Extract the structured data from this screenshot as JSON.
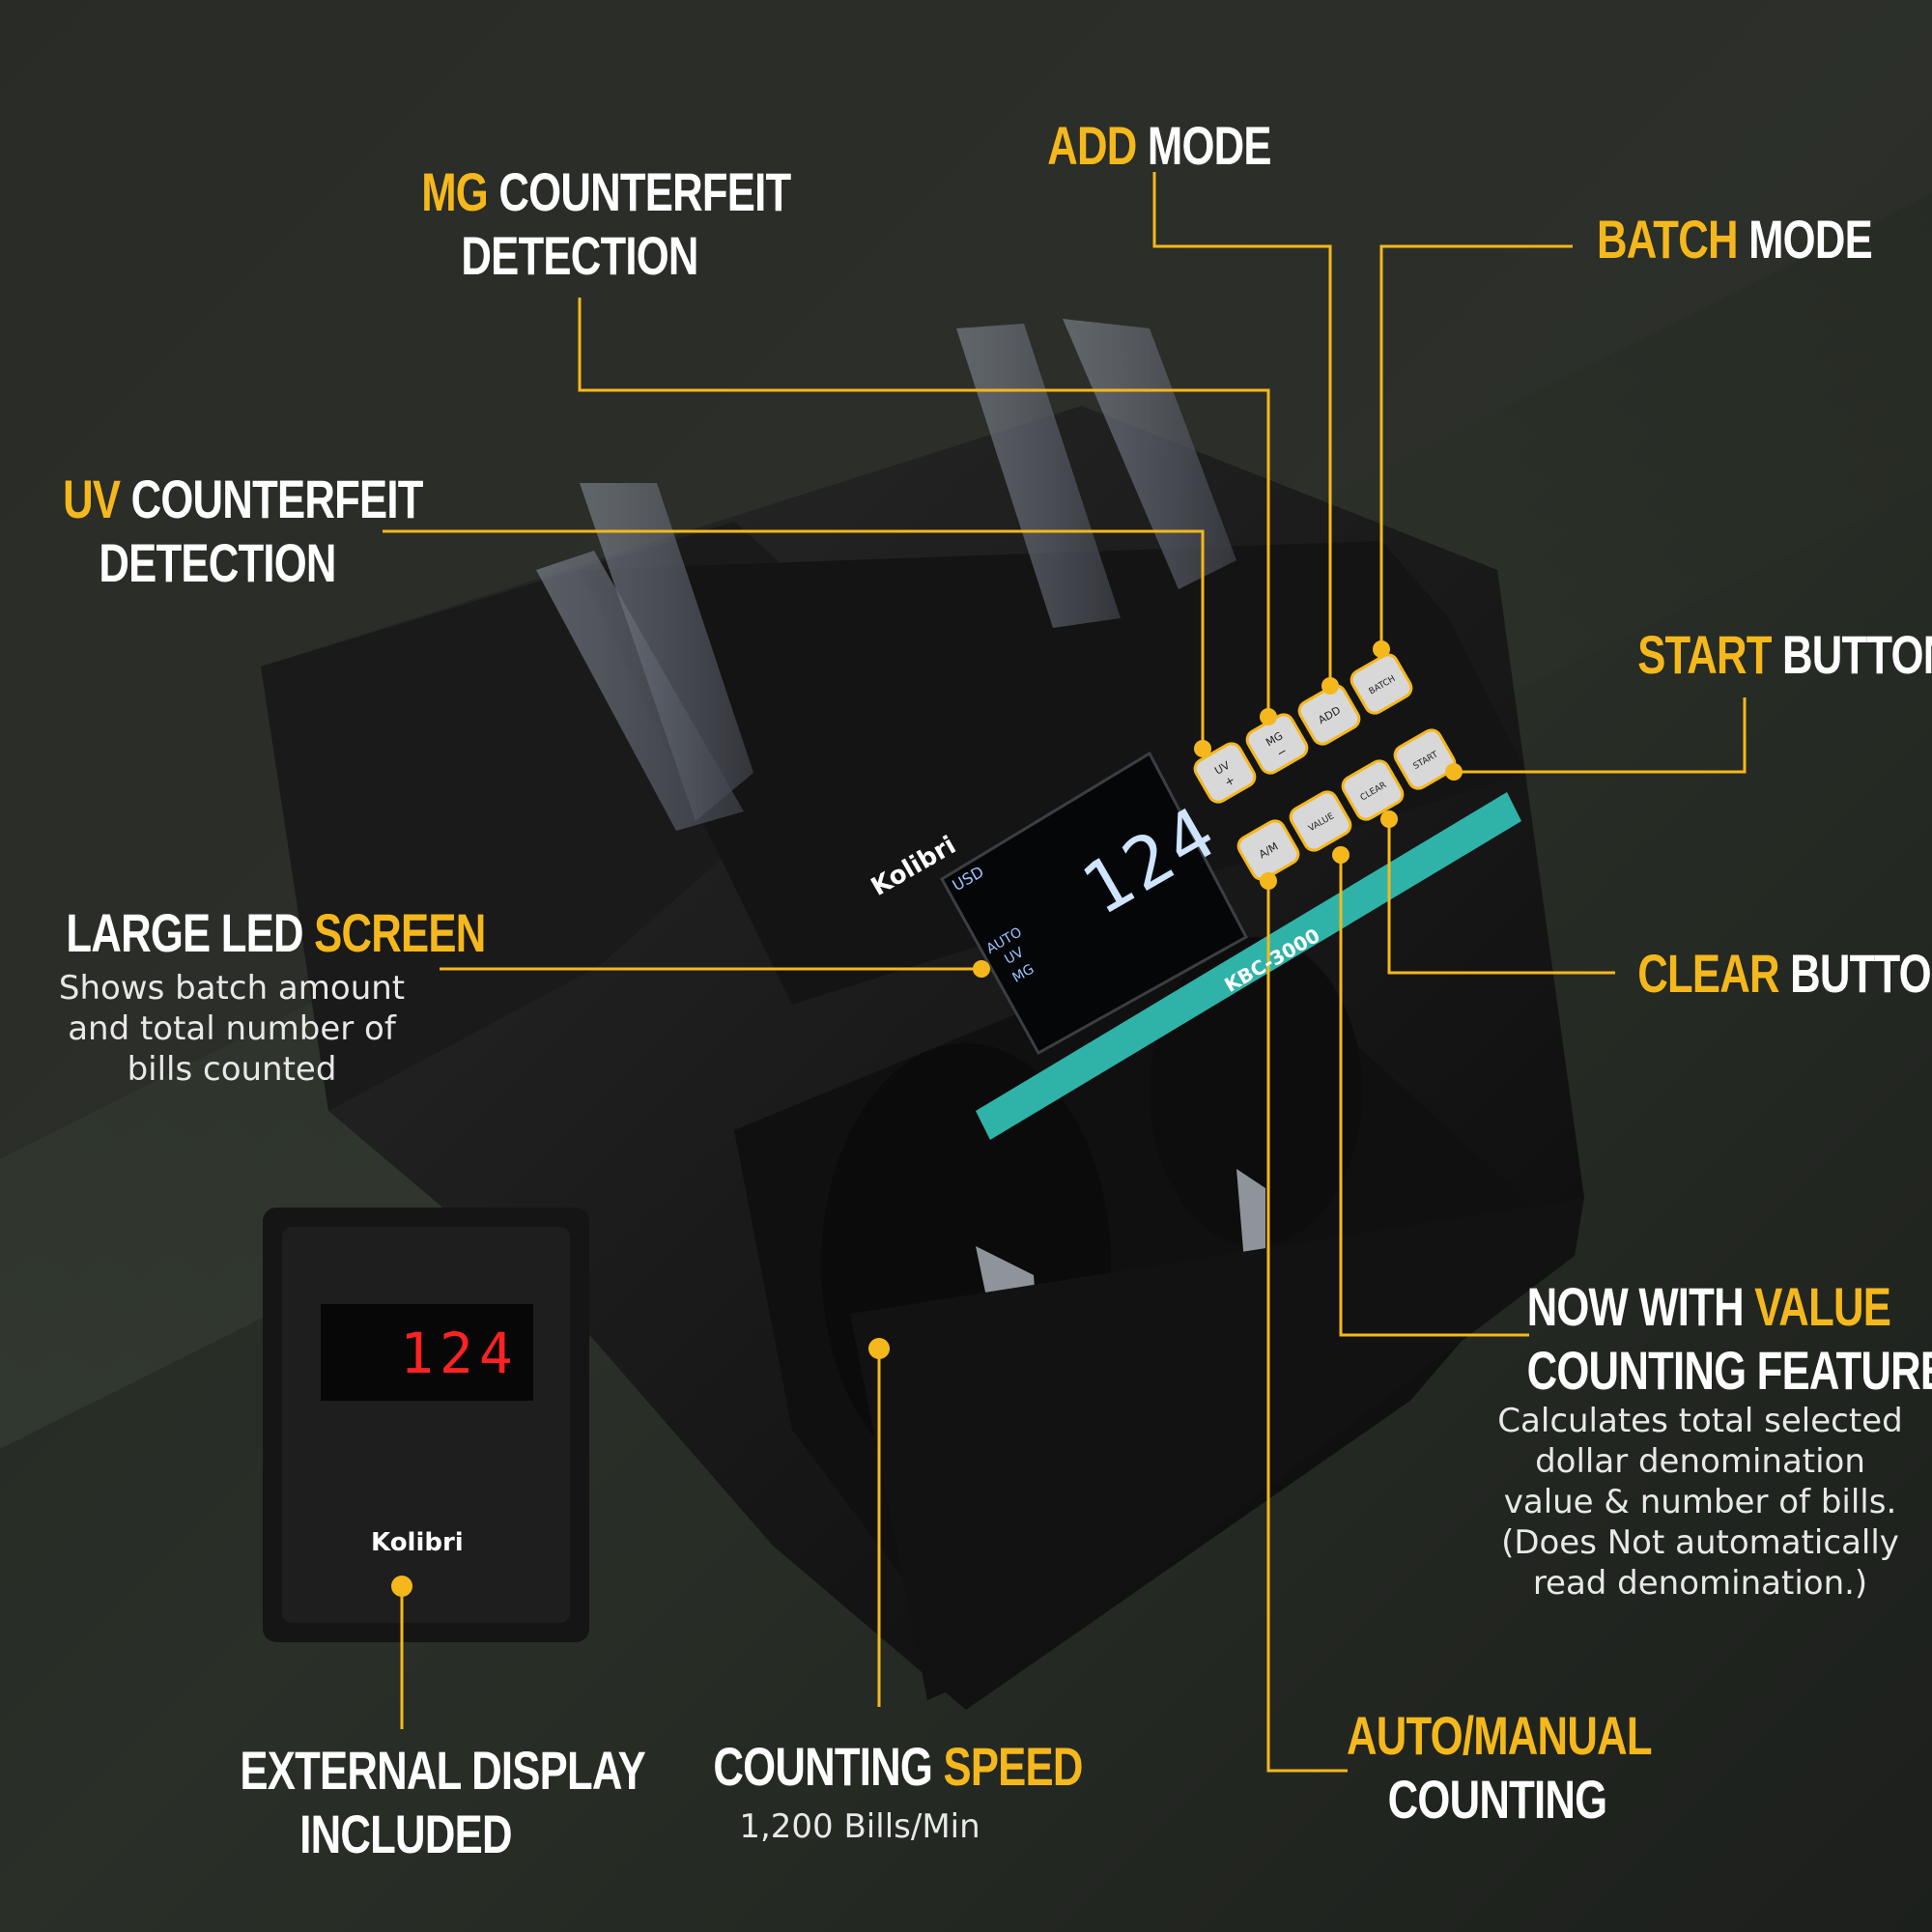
{
  "brand": {
    "name": "Kolibri",
    "model": "KBC-3000",
    "accent_color": "#f5b81c",
    "teal_color": "#2fb3a8"
  },
  "main_display": {
    "count": "124",
    "currency": "USD",
    "modes": [
      "AUTO",
      "UV",
      "MG"
    ]
  },
  "external_display": {
    "count": "124",
    "brand": "Kolibri"
  },
  "buttons": [
    {
      "label": "UV",
      "sub": "+"
    },
    {
      "label": "MG",
      "sub": "−"
    },
    {
      "label": "ADD",
      "sub": ""
    },
    {
      "label": "BATCH",
      "sub": ""
    },
    {
      "label": "A/M",
      "sub": ""
    },
    {
      "label": "VALUE",
      "sub": ""
    },
    {
      "label": "CLEAR",
      "sub": ""
    },
    {
      "label": "START",
      "sub": ""
    }
  ],
  "callouts": {
    "add_mode": {
      "hl": "ADD",
      "rest": " MODE"
    },
    "mg": {
      "hl": "MG",
      "line1_rest": " COUNTERFEIT",
      "line2": "DETECTION"
    },
    "batch_mode": {
      "hl": "BATCH",
      "rest": " MODE"
    },
    "uv": {
      "hl": "UV",
      "line1_rest": " COUNTERFEIT",
      "line2": "DETECTION"
    },
    "start_button": {
      "hl": "START",
      "rest": " BUTTON"
    },
    "led_screen": {
      "pre": "LARGE LED ",
      "hl": "SCREEN",
      "desc": [
        "Shows batch amount",
        "and total number of",
        "bills counted"
      ]
    },
    "clear_button": {
      "hl": "CLEAR",
      "rest": " BUTTON"
    },
    "value": {
      "pre": "NOW WITH ",
      "hl": "VALUE",
      "line2": "COUNTING FEATURE",
      "desc": [
        "Calculates total selected",
        "dollar denomination",
        "value & number of bills.",
        "(Does Not automatically",
        "read denomination.)"
      ]
    },
    "auto_manual": {
      "hl": "AUTO/MANUAL",
      "line2": "COUNTING"
    },
    "speed": {
      "pre": "COUNTING ",
      "hl": "SPEED",
      "desc": "1,200 Bills/Min"
    },
    "external": {
      "line1": "EXTERNAL DISPLAY",
      "line2": "INCLUDED"
    }
  }
}
